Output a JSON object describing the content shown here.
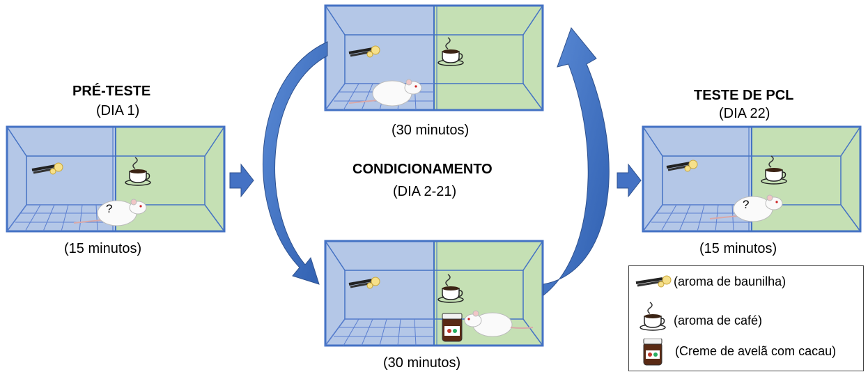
{
  "pretest": {
    "title": "PRÉ-TESTE",
    "day": "(DIA 1)",
    "duration": "(15 minutos)",
    "question_mark": "?"
  },
  "conditioning": {
    "title": "CONDICIONAMENTO",
    "day": "(DIA 2-21)",
    "top_duration": "(30 minutos)",
    "bottom_duration": "(30 minutos)"
  },
  "pcl_test": {
    "title": "TESTE DE PCL",
    "day": "(DIA 22)",
    "duration": "(15 minutos)",
    "question_mark": "?"
  },
  "legend": {
    "vanilla": "(aroma de baunilha)",
    "coffee": "(aroma de café)",
    "hazelnut": "(Creme de avelã com cacau)"
  },
  "colors": {
    "blue_chamber": "#b4c7e7",
    "green_chamber": "#c5e0b4",
    "border": "#4472c4",
    "arrow": "#4472c4"
  }
}
